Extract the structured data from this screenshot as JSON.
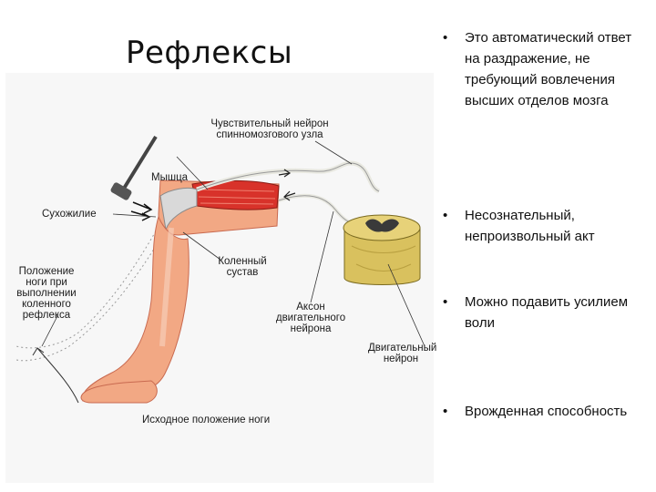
{
  "slide": {
    "title": "Рефлексы"
  },
  "figure": {
    "labels": {
      "sensory_neuron": "Чувствительный нейрон\nспинномозгового узла",
      "muscle": "Мышца",
      "tendon": "Сухожилие",
      "knee_joint": "Коленный\nсустав",
      "leg_position": "Положение\nноги при\nвыполнении\nколенного\nрефлекса",
      "axon": "Аксон\nдвигательного\nнейрона",
      "motor_neuron": "Двигательный\nнейрон",
      "initial_position": "Исходное положение ноги"
    }
  },
  "bullets": [
    {
      "marker": "•",
      "text": "Это автоматический ответ на раздражение, не требующий вовлечения высших отделов мозга"
    },
    {
      "marker": "•",
      "text": "Несознательный, непроизвольный акт"
    },
    {
      "marker": "•",
      "text": "Можно подавить усилием воли"
    },
    {
      "marker": "•",
      "text": "Врожденная способность"
    }
  ],
  "colors": {
    "skin": "#f2a884",
    "skin_dark": "#d9785a",
    "muscle": "#d8322a",
    "tendon": "#d9d9d9",
    "spinal_cord": "#d9c15e",
    "grey_matter": "#3a3a3a",
    "nerve": "#e8e8e0"
  }
}
